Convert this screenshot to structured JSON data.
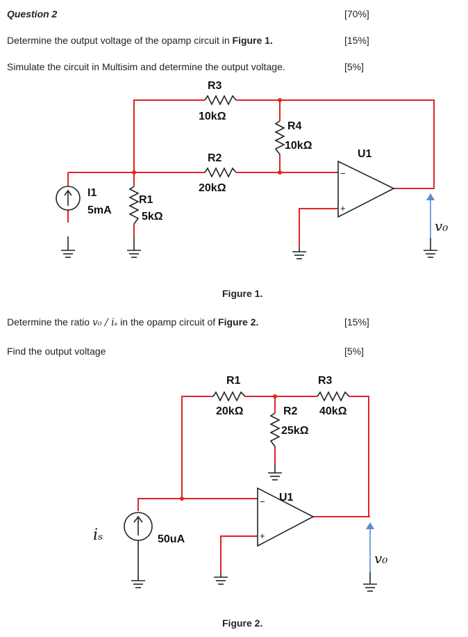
{
  "question": {
    "title": "Question 2",
    "total_marks": "[70%]",
    "parts": [
      {
        "text_before": "Determine the output voltage of the opamp circuit in ",
        "text_bold": "Figure 1.",
        "text_after": "",
        "marks": "[15%]"
      },
      {
        "text_before": "Simulate the circuit in Multisim and determine the output voltage.",
        "text_bold": "",
        "text_after": "",
        "marks": "[5%]"
      },
      {
        "text_before": "Determine the ratio ",
        "text_bold": "Figure 2.",
        "text_after": "",
        "marks": "[15%]"
      },
      {
        "text_before": "Find the output voltage",
        "text_bold": "",
        "text_after": "",
        "marks": "[5%]"
      }
    ],
    "ratio_expr": "v₀ / iₛ",
    "ratio_middle": " in the opamp circuit of "
  },
  "figure1": {
    "caption": "Figure 1.",
    "R3": {
      "name": "R3",
      "value": "10kΩ"
    },
    "R4": {
      "name": "R4",
      "value": "10kΩ"
    },
    "R2": {
      "name": "R2",
      "value": "20kΩ"
    },
    "R1": {
      "name": "R1",
      "value": "5kΩ"
    },
    "I1": {
      "name": "I1",
      "value": "5mA"
    },
    "opamp": {
      "name": "U1",
      "minus": "−",
      "plus": "+"
    },
    "output": "v₀"
  },
  "figure2": {
    "caption": "Figure 2.",
    "R1": {
      "name": "R1",
      "value": "20kΩ"
    },
    "R3": {
      "name": "R3",
      "value": "40kΩ"
    },
    "R2": {
      "name": "R2",
      "value": "25kΩ"
    },
    "source": {
      "symbol": "iₛ",
      "value": "50uA"
    },
    "opamp": {
      "name": "U1",
      "minus": "−",
      "plus": "+"
    },
    "output": "v₀"
  },
  "colors": {
    "wire": "#e02424",
    "component": "#222222",
    "node": "#e02424",
    "arrow": "#5b8bd6"
  }
}
